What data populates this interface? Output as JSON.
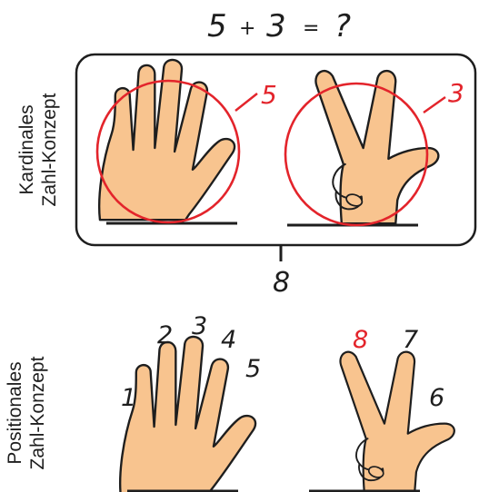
{
  "equation": {
    "a": "5",
    "plus": "+",
    "b": "3",
    "equals": "=",
    "unknown": "?"
  },
  "cardinal": {
    "label_line1": "Kardinales",
    "label_line2": "Zahl-Konzept",
    "left_count": "5",
    "right_count": "3",
    "result": "8"
  },
  "positional": {
    "label_line1": "Positionales",
    "label_line2": "Zahl-Konzept",
    "left_finger_numbers": [
      "1",
      "2",
      "3",
      "4",
      "5"
    ],
    "right_finger_numbers": [
      "6",
      "7",
      "8"
    ]
  },
  "colors": {
    "accent_red": "#e3242b",
    "skin": "#f8c48f",
    "ink": "#1e1e1e"
  }
}
